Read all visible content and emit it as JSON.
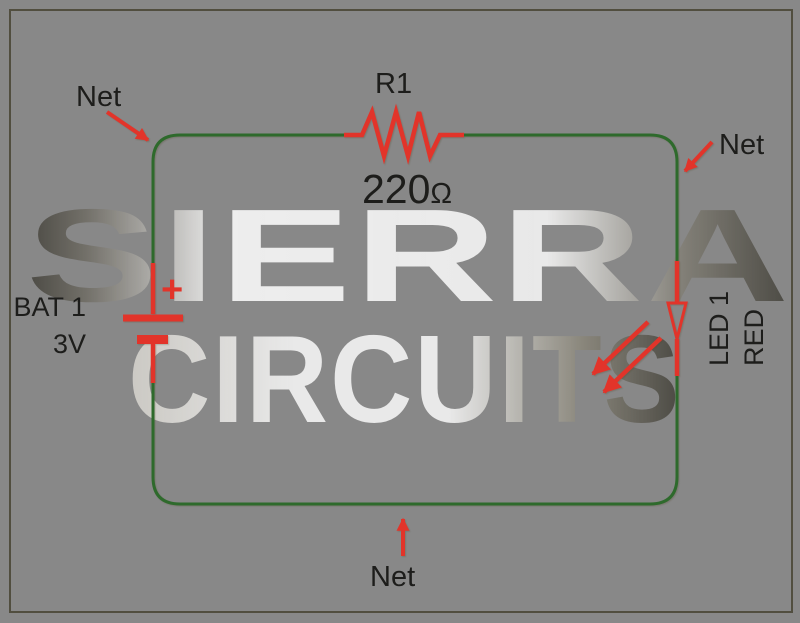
{
  "nets": {
    "top_left": "Net",
    "top_right": "Net",
    "bottom": "Net"
  },
  "resistor": {
    "ref": "R1",
    "value": "220",
    "unit": "Ω"
  },
  "battery": {
    "ref": "BAT 1",
    "voltage": "3V",
    "polarity": "+"
  },
  "led": {
    "ref": "LED 1",
    "color_name": "RED"
  },
  "watermark": {
    "line1": "SIERRA",
    "line2": "CIRCUITS"
  },
  "colors": {
    "wire_green": "#2e6a2c",
    "component_red": "#e2342a",
    "background_orange": "#f6a43c",
    "frame_line": "#484432",
    "label_text": "#1d1d1b"
  }
}
